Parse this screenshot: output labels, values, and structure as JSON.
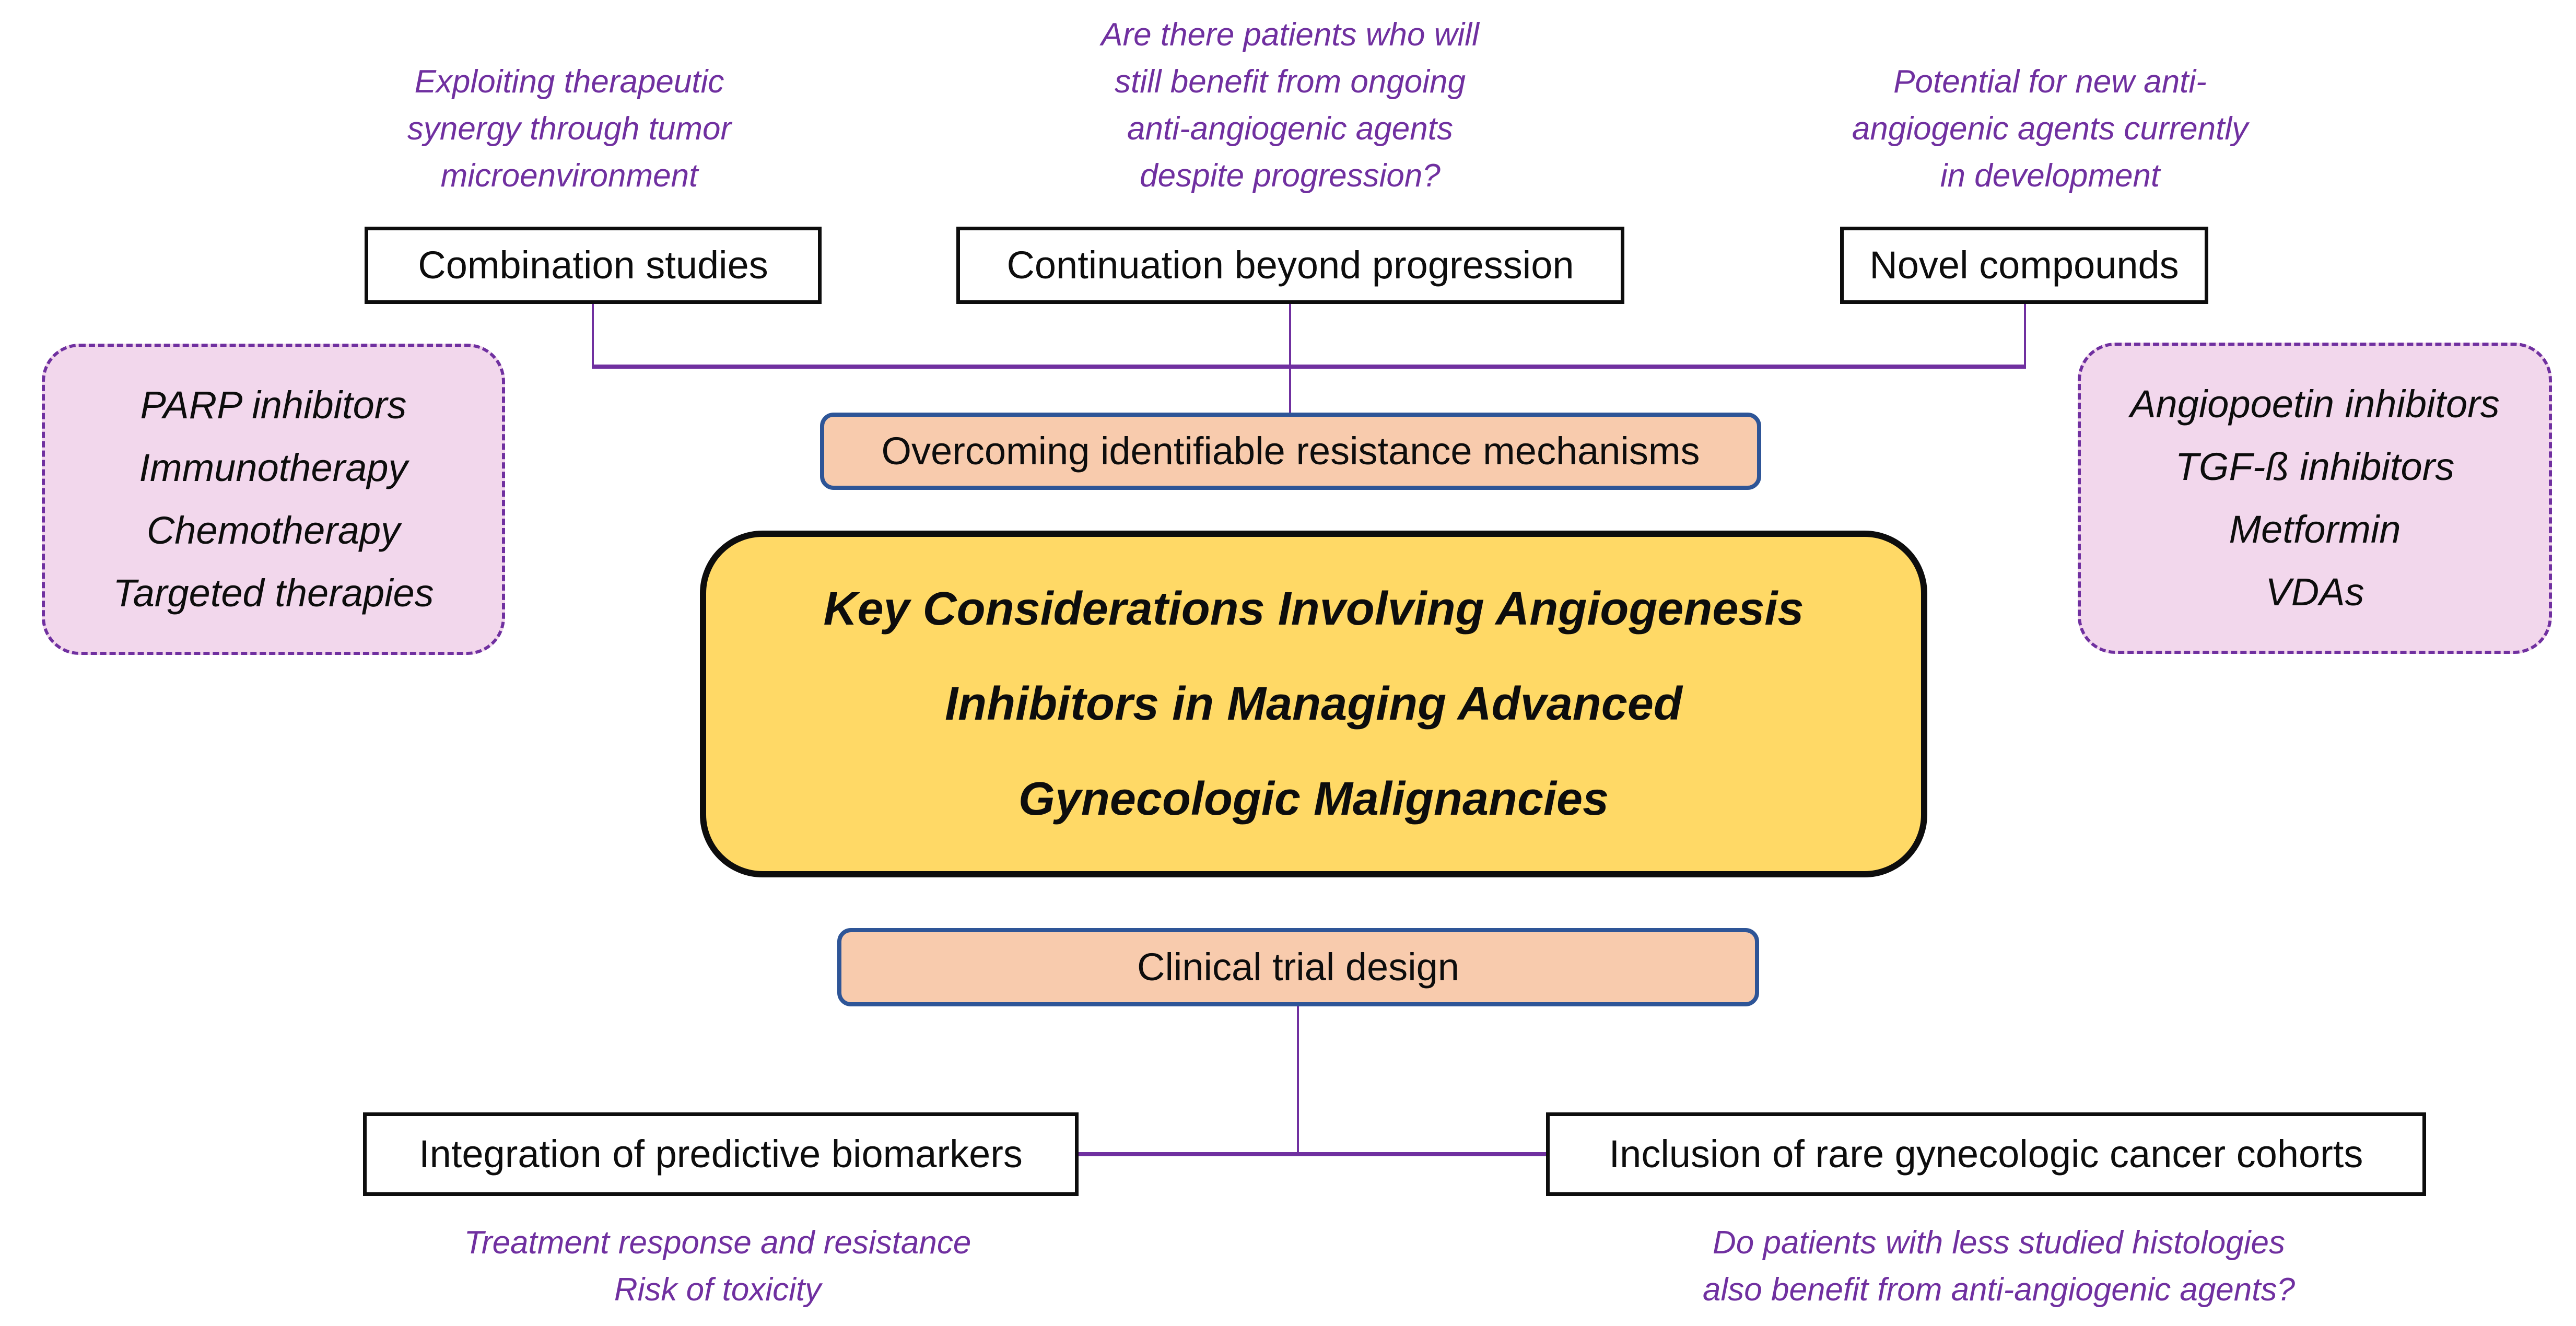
{
  "diagram": {
    "center_title": {
      "lines": [
        "Key Considerations Involving Angiogenesis",
        "Inhibitors in Managing Advanced",
        "Gynecologic Malignancies"
      ]
    },
    "top_branch": {
      "items": [
        {
          "label": "Combination studies",
          "note_lines": [
            "Exploiting therapeutic",
            "synergy through tumor",
            "microenvironment"
          ]
        },
        {
          "label": "Continuation beyond progression",
          "note_lines": [
            "Are there patients who will",
            "still benefit from ongoing",
            "anti-angiogenic agents",
            "despite progression?"
          ]
        },
        {
          "label": "Novel compounds",
          "note_lines": [
            "Potential for new anti-",
            "angiogenic agents currently",
            "in development"
          ]
        }
      ],
      "hub_label": "Overcoming identifiable resistance mechanisms"
    },
    "bottom_branch": {
      "hub_label": "Clinical trial design",
      "items": [
        {
          "label": "Integration of predictive biomarkers",
          "note_lines": [
            "Treatment response and resistance",
            "Risk of toxicity"
          ]
        },
        {
          "label": "Inclusion of rare gynecologic cancer cohorts",
          "note_lines": [
            "Do patients with less studied histologies",
            "also benefit from anti-angiogenic agents?"
          ]
        }
      ]
    },
    "side_lists": {
      "left": {
        "lines": [
          "PARP inhibitors",
          "Immunotherapy",
          "Chemotherapy",
          "Targeted therapies"
        ]
      },
      "right": {
        "lines": [
          "Angiopoetin inhibitors",
          "TGF-ß inhibitors",
          "Metformin",
          "VDAs"
        ]
      }
    },
    "colors": {
      "annotation_purple": "#7030A0",
      "connector_purple": "#7030A0",
      "peach_fill": "#F8CBAD",
      "peach_border_blue": "#2E5597",
      "yellow_fill": "#FFD966",
      "pink_fill": "#F2D7EC",
      "pink_border": "#7030A0",
      "box_border_black": "#0d0d0d",
      "background": "#ffffff"
    }
  }
}
